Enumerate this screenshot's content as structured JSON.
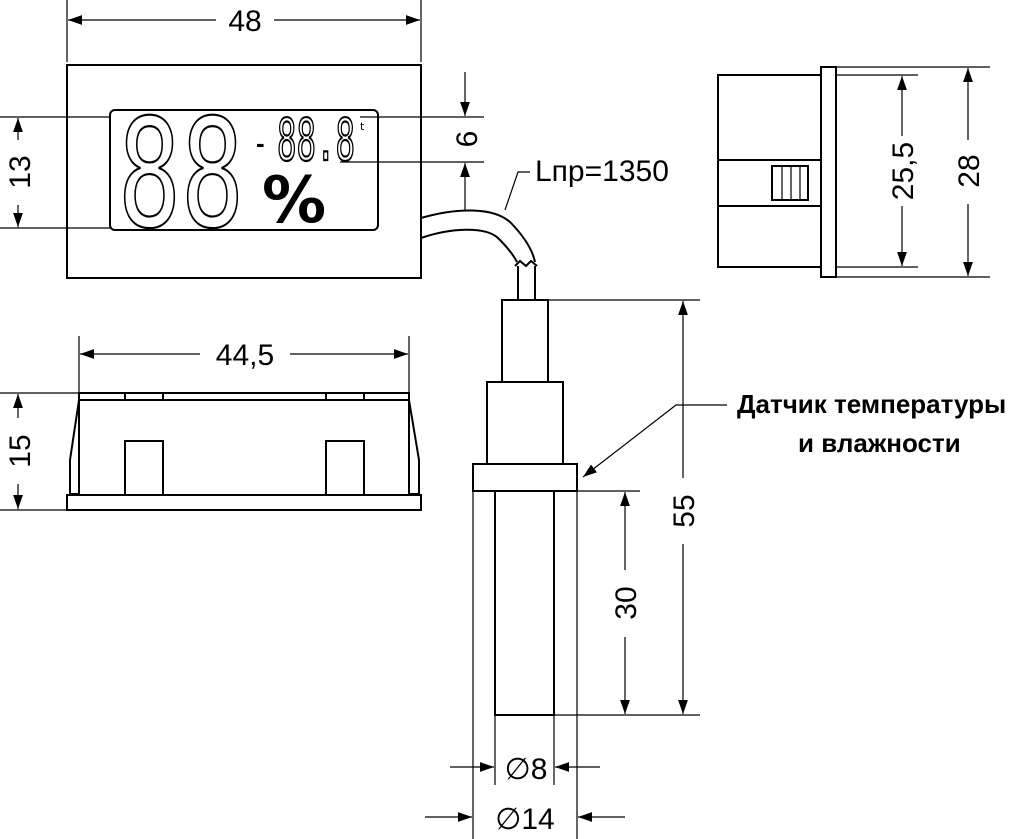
{
  "display": {
    "humidity_digits": "88",
    "percent_sign": "%",
    "temp_minus": "-",
    "temp_digits": "88.8",
    "temp_unit": "t"
  },
  "dimensions": {
    "front_width": "48",
    "front_height": "13",
    "display_gap": "6",
    "cable_length": "Lпр=1350",
    "side_width": "44,5",
    "side_height": "15",
    "end_inner_height": "25,5",
    "end_outer_height": "28",
    "probe_total_length": "55",
    "probe_sensor_length": "30",
    "probe_inner_diameter": "∅8",
    "probe_outer_diameter": "∅14"
  },
  "labels": {
    "sensor_line1": "Датчик температуры",
    "sensor_line2": "и влажности"
  }
}
